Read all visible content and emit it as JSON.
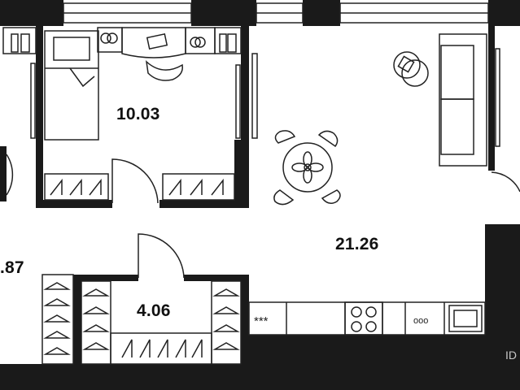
{
  "rooms": {
    "bedroom_area": "10.03",
    "living_area": "21.26",
    "dressing_area": "4.06",
    "hall_area": ".87"
  },
  "fixtures": {
    "stove_label": "***",
    "sink_label": "ooo"
  },
  "watermark": "ID",
  "colors": {
    "wall": "#1a1a1a",
    "background": "#ffffff",
    "line": "#222222"
  }
}
